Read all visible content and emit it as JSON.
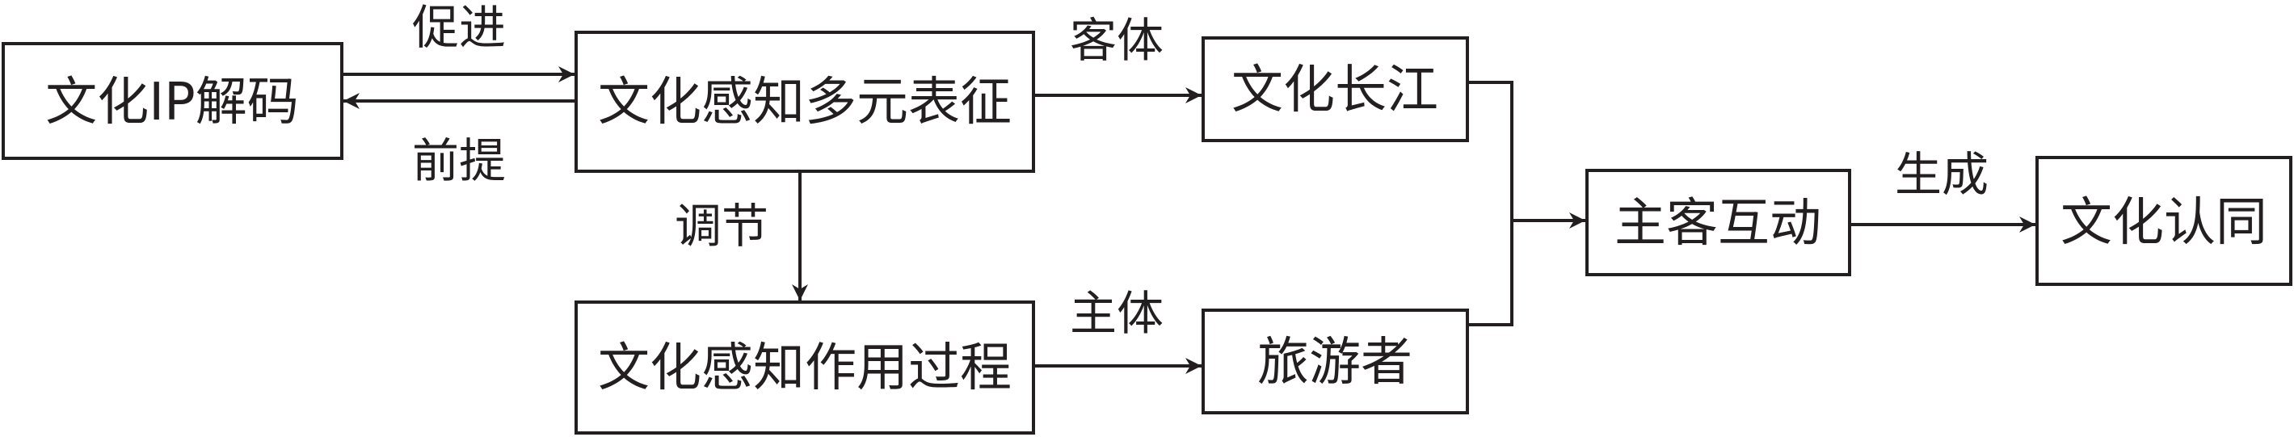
{
  "nodes": {
    "ip_decoding": "文化IP解码",
    "perception_representation": "文化感知多元表征",
    "perception_process": "文化感知作用过程",
    "culture_yangtze": "文化长江",
    "tourist": "旅游者",
    "host_guest_interaction": "主客互动",
    "cultural_identity": "文化认同"
  },
  "edges": {
    "promote": "促进",
    "premise": "前提",
    "regulate": "调节",
    "object": "客体",
    "subject": "主体",
    "generate": "生成"
  },
  "colors": {
    "ink": "#231f20",
    "background": "#ffffff"
  }
}
